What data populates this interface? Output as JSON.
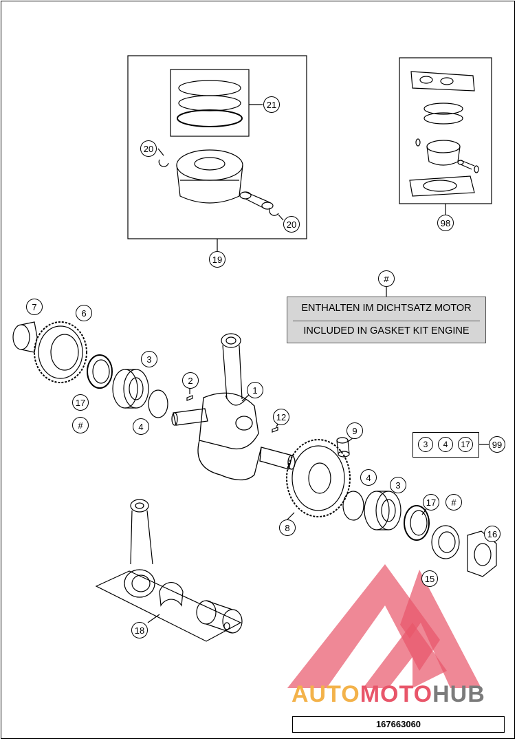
{
  "callouts": {
    "p21": "21",
    "p20a": "20",
    "p20b": "20",
    "p19": "19",
    "p98": "98",
    "hash_top": "#",
    "p7": "7",
    "p6": "6",
    "p3a": "3",
    "p2": "2",
    "p1": "1",
    "p17a": "17",
    "hash_a": "#",
    "p4a": "4",
    "p12": "12",
    "p9": "9",
    "p3b": "3",
    "p4b": "4",
    "p17b": "17",
    "p99": "99",
    "p4c": "4",
    "p3c": "3",
    "p17c": "17",
    "hash_b": "#",
    "p8": "8",
    "p16": "16",
    "p15": "15",
    "p18": "18"
  },
  "gasket_note": {
    "line1": "ENTHALTEN IM DICHTSATZ MOTOR",
    "line2": "INCLUDED IN GASKET KIT ENGINE"
  },
  "logo": {
    "part1": "AUTO",
    "part2": "MOTO",
    "part3": "HUB"
  },
  "document_number": "167663060",
  "colors": {
    "watermark": "#e8566a",
    "logo_auto": "#f3b24a",
    "logo_hub": "#7b7b7b"
  }
}
